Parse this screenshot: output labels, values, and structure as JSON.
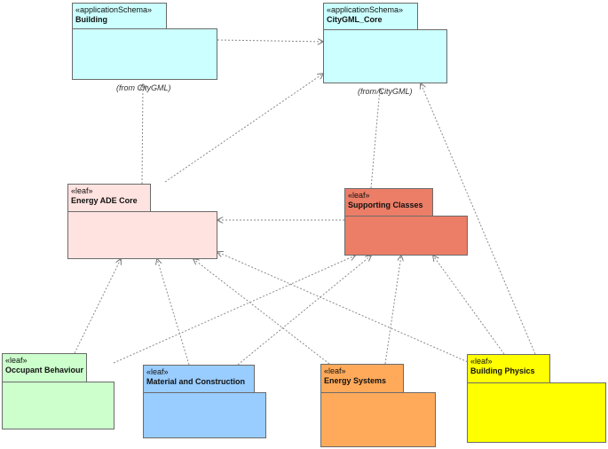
{
  "packages": {
    "building": {
      "stereotype": "«applicationSchema»",
      "name": "Building",
      "from": "(from CityGML)",
      "color": "#ccffff"
    },
    "citygml": {
      "stereotype": "«applicationSchema»",
      "name": "CityGML_Core",
      "from": "(from CityGML)",
      "color": "#ccffff"
    },
    "energy_core": {
      "stereotype": "«leaf»",
      "name": "Energy ADE Core",
      "color": "#ffe3e0"
    },
    "supporting": {
      "stereotype": "«leaf»",
      "name": "Supporting Classes",
      "color": "#ec7d67"
    },
    "occupant": {
      "stereotype": "«leaf»",
      "name": "Occupant Behaviour",
      "color": "#ccffcc"
    },
    "material": {
      "stereotype": "«leaf»",
      "name": "Material and Construction",
      "color": "#99ccff"
    },
    "energy_sys": {
      "stereotype": "«leaf»",
      "name": "Energy Systems",
      "color": "#ffaa5a"
    },
    "physics": {
      "stereotype": "«leaf»",
      "name": "Building Physics",
      "color": "#ffff00"
    }
  },
  "dependencies": [
    {
      "from": "building",
      "to": "citygml"
    },
    {
      "from": "energy_core",
      "to": "building"
    },
    {
      "from": "energy_core",
      "to": "citygml"
    },
    {
      "from": "supporting",
      "to": "citygml"
    },
    {
      "from": "supporting",
      "to": "energy_core"
    },
    {
      "from": "occupant",
      "to": "energy_core"
    },
    {
      "from": "occupant",
      "to": "supporting"
    },
    {
      "from": "material",
      "to": "energy_core"
    },
    {
      "from": "material",
      "to": "supporting"
    },
    {
      "from": "energy_sys",
      "to": "energy_core"
    },
    {
      "from": "energy_sys",
      "to": "supporting"
    },
    {
      "from": "physics",
      "to": "energy_core"
    },
    {
      "from": "physics",
      "to": "supporting"
    },
    {
      "from": "physics",
      "to": "citygml"
    }
  ]
}
